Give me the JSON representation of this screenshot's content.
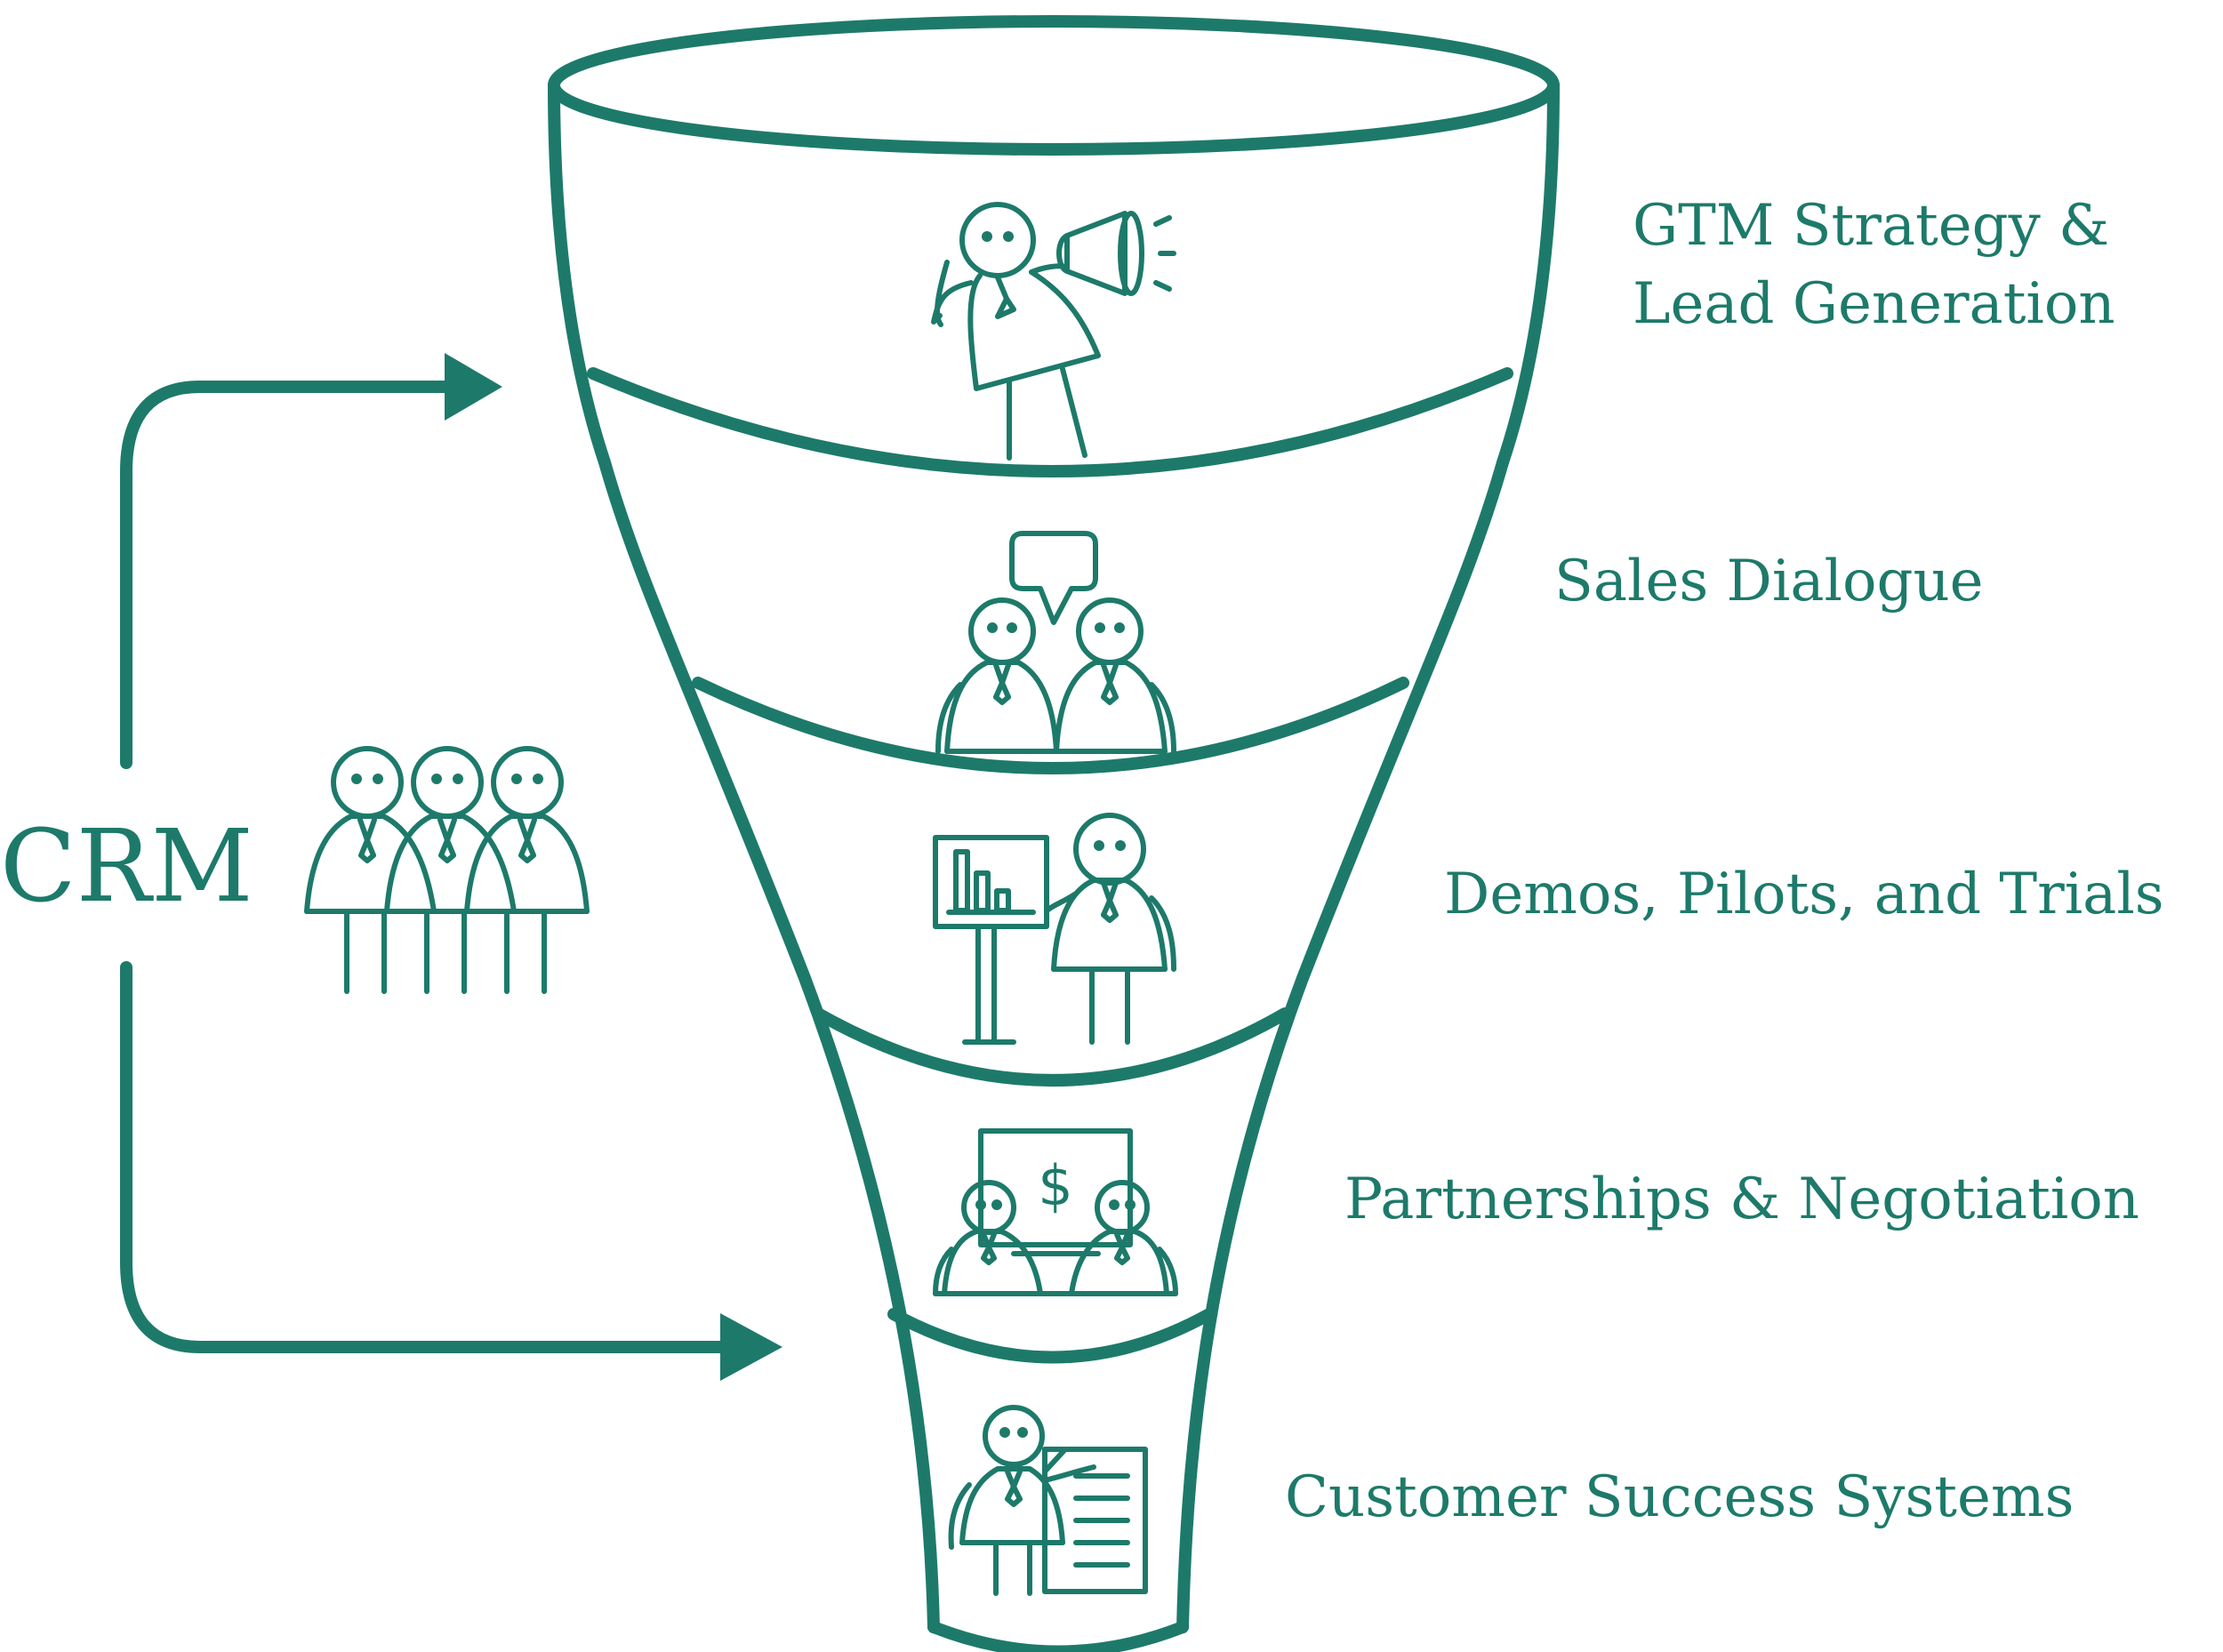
{
  "colors": {
    "accent": "#1d7a6a",
    "background": "#ffffff"
  },
  "crm": {
    "label": "CRM"
  },
  "stages": [
    {
      "label": "GTM Strategy &",
      "label2": "Lead Generation",
      "icon": "megaphone-person-icon"
    },
    {
      "label": "Sales Dialogue",
      "icon": "two-people-conversation-icon"
    },
    {
      "label": "Demos, Pilots, and Trials",
      "icon": "presentation-chart-icon"
    },
    {
      "label": "Partnerships & Negotiation",
      "icon": "negotiation-dollar-icon"
    },
    {
      "label": "Customer Success Systems",
      "icon": "person-with-document-icon"
    }
  ]
}
